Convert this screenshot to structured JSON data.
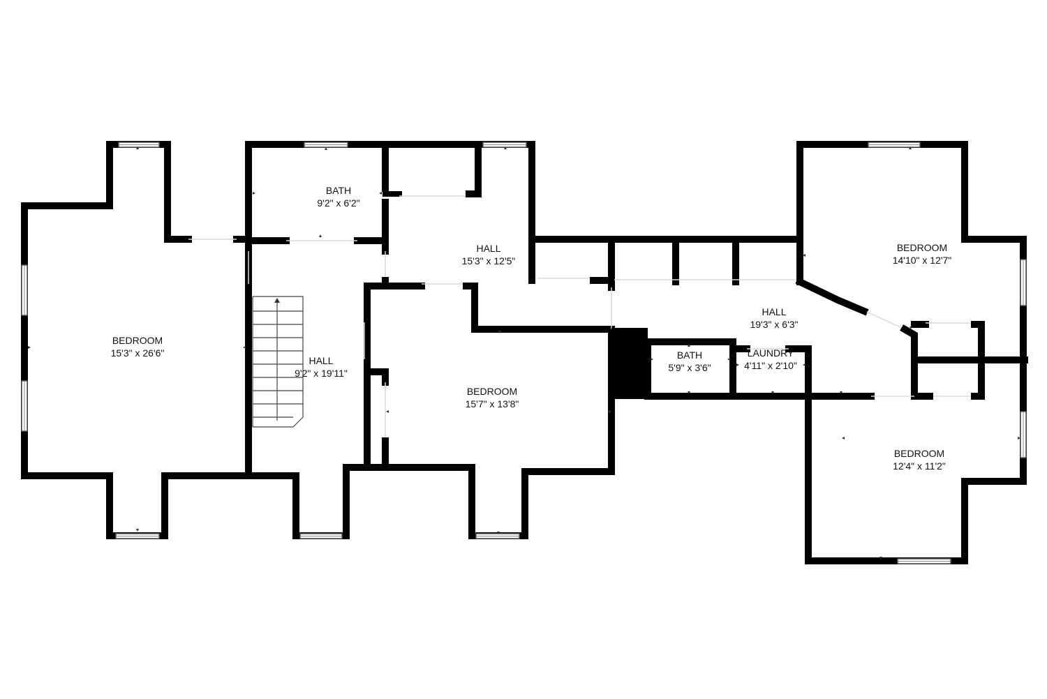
{
  "colors": {
    "wall": "#000000",
    "background": "#ffffff",
    "window_frame": "#555555"
  },
  "rooms": [
    {
      "id": "bedroom_west",
      "name": "BEDROOM",
      "dims": "15'3\" x 26'6\""
    },
    {
      "id": "bath_north",
      "name": "BATH",
      "dims": "9'2\" x 6'2\""
    },
    {
      "id": "hall_north",
      "name": "HALL",
      "dims": "15'3\" x 12'5\""
    },
    {
      "id": "hall_stair",
      "name": "HALL",
      "dims": "9'2\" x 19'11\""
    },
    {
      "id": "bedroom_center",
      "name": "BEDROOM",
      "dims": "15'7\" x 13'8\""
    },
    {
      "id": "hall_east",
      "name": "HALL",
      "dims": "19'3\" x 6'3\""
    },
    {
      "id": "bath_small",
      "name": "BATH",
      "dims": "5'9\" x 3'6\""
    },
    {
      "id": "laundry",
      "name": "LAUNDRY",
      "dims": "4'11\" x 2'10\""
    },
    {
      "id": "bedroom_ne",
      "name": "BEDROOM",
      "dims": "14'10\" x 12'7\""
    },
    {
      "id": "bedroom_se",
      "name": "BEDROOM",
      "dims": "12'4\" x 11'2\""
    }
  ]
}
